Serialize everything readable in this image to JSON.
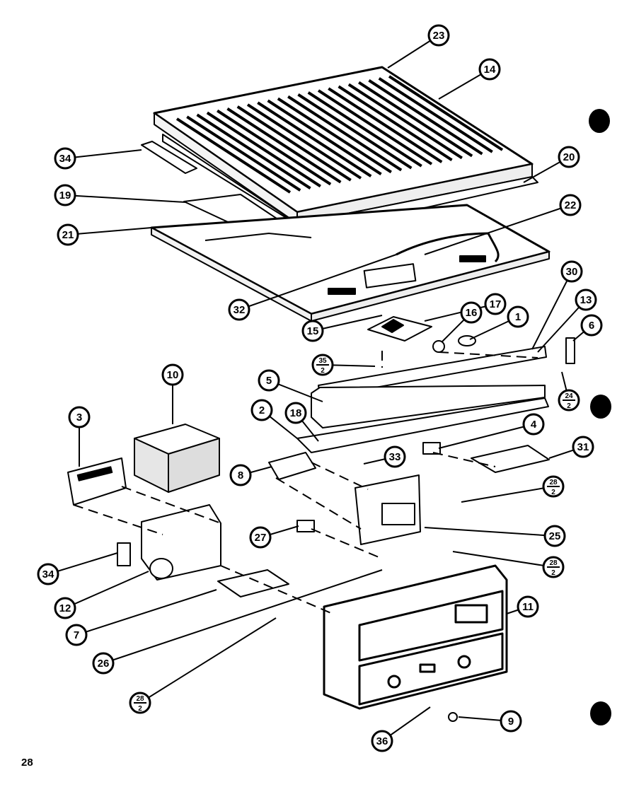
{
  "diagram": {
    "callouts": [
      "23",
      "14",
      "34",
      "20",
      "19",
      "22",
      "21",
      "30",
      "13",
      "17",
      "16",
      "1",
      "6",
      "32",
      "15",
      "5",
      "18",
      "2",
      "4",
      "31",
      "10",
      "3",
      "33",
      "8",
      "25",
      "27",
      "34",
      "12",
      "11",
      "7",
      "26",
      "9",
      "36"
    ],
    "fraction_callouts": [
      {
        "num": "35",
        "den": "2"
      },
      {
        "num": "24",
        "den": "2"
      },
      {
        "num": "28",
        "den": "2"
      },
      {
        "num": "28",
        "den": "2"
      },
      {
        "num": "28",
        "den": "2"
      }
    ]
  },
  "page": {
    "number": "28"
  },
  "colors": {
    "ink": "#000000",
    "paper": "#ffffff"
  }
}
